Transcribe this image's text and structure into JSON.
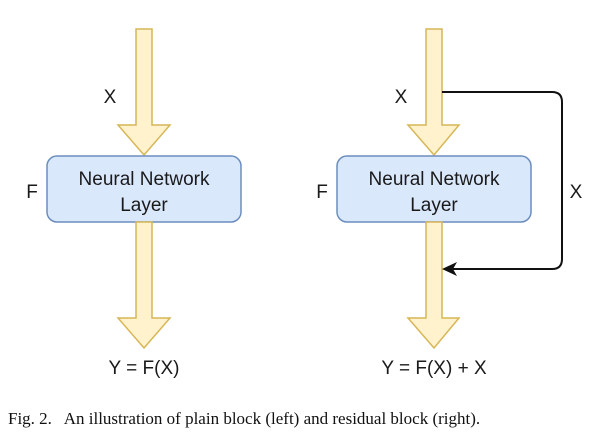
{
  "colors": {
    "arrow_fill": "#FFF2CC",
    "arrow_stroke": "#D6B656",
    "box_fill": "#DAE8FC",
    "box_stroke": "#6C8EBF",
    "connector": "#111111",
    "text": "#1a1a1a"
  },
  "plain_block": {
    "input_label": "X",
    "function_label": "F",
    "layer_line1": "Neural Network",
    "layer_line2": "Layer",
    "output_label": "Y = F(X)"
  },
  "residual_block": {
    "input_label": "X",
    "function_label": "F",
    "layer_line1": "Neural Network",
    "layer_line2": "Layer",
    "skip_label": "X",
    "output_label": "Y = F(X) + X"
  },
  "caption": "Fig. 2.   An illustration of plain block (left) and residual block (right)."
}
